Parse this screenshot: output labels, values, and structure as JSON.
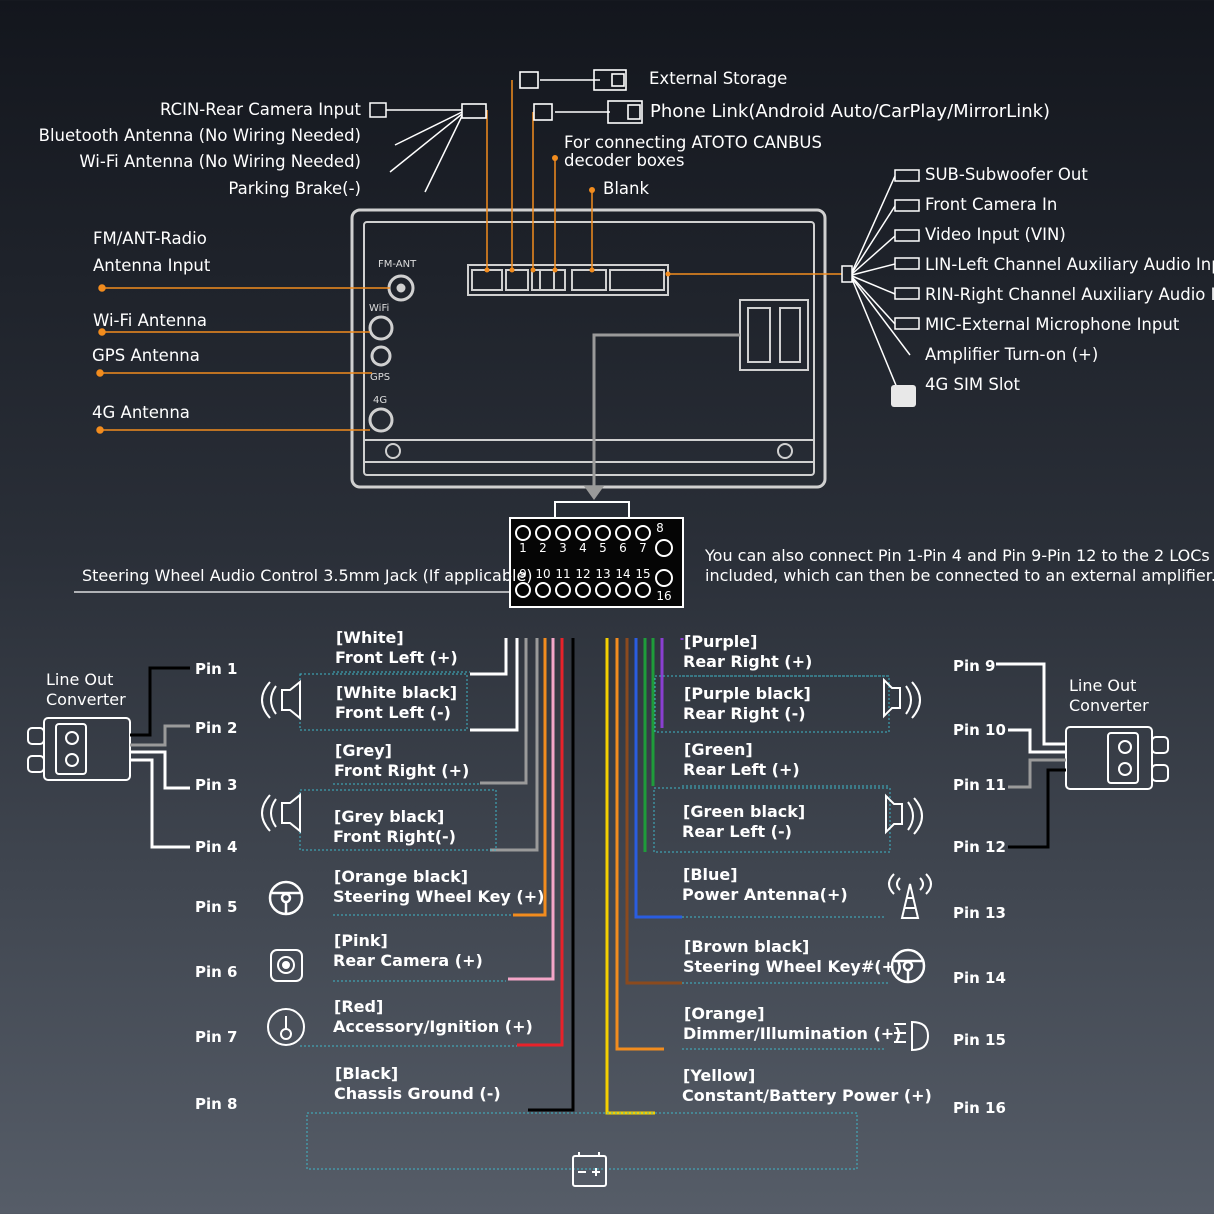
{
  "top_connections": {
    "external_storage": "External Storage",
    "phone_link": "Phone Link(Android Auto/CarPlay/MirrorLink)",
    "canbus_line1": "For connecting ATOTO CANBUS",
    "canbus_line2": "decoder boxes",
    "blank": "Blank"
  },
  "left_top": {
    "rcin": "RCIN-Rear Camera Input",
    "bluetooth": "Bluetooth Antenna (No Wiring Needed)",
    "wifi": "Wi-Fi Antenna (No Wiring Needed)",
    "parking": "Parking Brake(-)"
  },
  "left_antennas": {
    "fm_line1": "FM/ANT-Radio",
    "fm_line2": "Antenna Input",
    "wifi": "Wi-Fi Antenna",
    "gps": "GPS Antenna",
    "lte": "4G Antenna"
  },
  "unit_labels": {
    "fm_ant": "FM-ANT",
    "wifi": "WiFi",
    "gps": "GPS",
    "lte": "4G"
  },
  "right_ports": [
    "SUB-Subwoofer Out",
    "Front Camera In",
    "Video Input  (VIN)",
    "LIN-Left Channel Auxiliary Audio Input",
    "RIN-Right Channel Auxiliary Audio Input",
    "MIC-External Microphone Input",
    "Amplifier Turn-on (+)",
    "4G SIM Slot"
  ],
  "connector": {
    "top_row": [
      "1",
      "2",
      "3",
      "4",
      "5",
      "6",
      "7"
    ],
    "top_extra": "8",
    "bottom_row": [
      "9",
      "10",
      "11",
      "12",
      "13",
      "14",
      "15"
    ],
    "bottom_extra": "16"
  },
  "steering_jack": "Steering Wheel Audio Control 3.5mm Jack (If applicable)",
  "loc_note_line1": "You can also connect Pin 1-Pin 4 and Pin 9-Pin 12 to the 2 LOCs",
  "loc_note_line2": "included, which can then be connected to an external amplifier.",
  "line_out_converter_line1": "Line Out",
  "line_out_converter_line2": "Converter",
  "left_pins": [
    {
      "pin": "Pin 1",
      "color": "[White]",
      "func": "Front Left (+)",
      "hex": "#ffffff"
    },
    {
      "pin": "Pin 2",
      "color": "[White black]",
      "func": "Front Left (-)",
      "hex": "#ffffff"
    },
    {
      "pin": "Pin 3",
      "color": "[Grey]",
      "func": "Front Right (+)",
      "hex": "#9a9a9a"
    },
    {
      "pin": "Pin 4",
      "color": "[Grey black]",
      "func": "Front Right(-)",
      "hex": "#9a9a9a"
    },
    {
      "pin": "Pin 5",
      "color": "[Orange black]",
      "func": "Steering Wheel Key (+)",
      "hex": "#f28c1e"
    },
    {
      "pin": "Pin 6",
      "color": "[Pink]",
      "func": "Rear Camera (+)",
      "hex": "#f4a6c8"
    },
    {
      "pin": "Pin 7",
      "color": "[Red]",
      "func": "Accessory/Ignition (+)",
      "hex": "#e8222a"
    },
    {
      "pin": "Pin 8",
      "color": "[Black]",
      "func": "Chassis Ground (-)",
      "hex": "#000000"
    }
  ],
  "right_pins": [
    {
      "pin": "Pin 9",
      "color": "[Purple]",
      "func": "Rear Right (+)",
      "hex": "#8a3fd1"
    },
    {
      "pin": "Pin 10",
      "color": "[Purple black]",
      "func": "Rear Right (-)",
      "hex": "#8a3fd1"
    },
    {
      "pin": "Pin 11",
      "color": "[Green]",
      "func": "Rear Left (+)",
      "hex": "#1e9c3a"
    },
    {
      "pin": "Pin 12",
      "color": "[Green black]",
      "func": "Rear Left (-)",
      "hex": "#1e9c3a"
    },
    {
      "pin": "Pin 13",
      "color": "[Blue]",
      "func": "Power Antenna(+)",
      "hex": "#2a5de0"
    },
    {
      "pin": "Pin 14",
      "color": "[Brown black]",
      "func": "Steering Wheel Key#(+)",
      "hex": "#8b4a1e"
    },
    {
      "pin": "Pin 15",
      "color": "[Orange]",
      "func": "Dimmer/Illumination (+)",
      "hex": "#f28c1e"
    },
    {
      "pin": "Pin 16",
      "color": "[Yellow]",
      "func": "Constant/Battery Power (+)",
      "hex": "#f5d000"
    }
  ],
  "accent_color": "#f28c1e"
}
